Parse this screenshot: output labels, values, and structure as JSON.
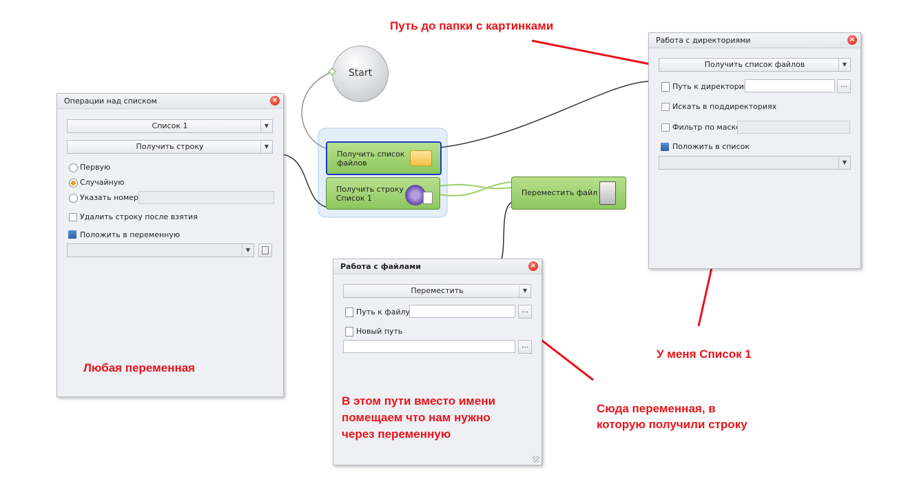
{
  "diagram": {
    "start_label": "Start",
    "node_get_files": "Получить список\nфайлов",
    "node_get_row": "Получить строку\nСписок 1",
    "node_move": "Переместить файл"
  },
  "list_panel": {
    "title": "Операции над списком",
    "list_combo": "Список 1",
    "op_combo": "Получить строку",
    "radio_first": "Первую",
    "radio_random": "Случайную",
    "radio_index": "Указать номер",
    "delete_after": "Удалить строку после взятия",
    "put_in_var": "Положить в переменную",
    "var_value": ""
  },
  "dir_panel": {
    "title": "Работа с директориями",
    "op_combo": "Получить список файлов",
    "path_label": "Путь к директории",
    "path_value": "",
    "search_subdirs": "Искать в поддиректориях",
    "mask_filter": "Фильтр по маске",
    "put_in_list": "Положить в список",
    "list_value": ""
  },
  "files_panel": {
    "title": "Работа с файлами",
    "op_combo": "Переместить",
    "file_path_label": "Путь к файлу",
    "file_path_value": "",
    "new_path_label": "Новый путь",
    "new_path_value": ""
  },
  "annotations": {
    "path_to_folder": "Путь до папки с картинками",
    "any_variable": "Любая переменная",
    "my_list": "У меня Список 1",
    "in_this_path": "В этом пути вместо имени\nпомещаем что нам нужно\nчерез переменную",
    "here_variable": "Сюда переменная, в\nкоторую получили строку"
  },
  "colors": {
    "annotation": "#e8141b",
    "node_green": "#8cc75e",
    "close_red": "#d1261a"
  }
}
